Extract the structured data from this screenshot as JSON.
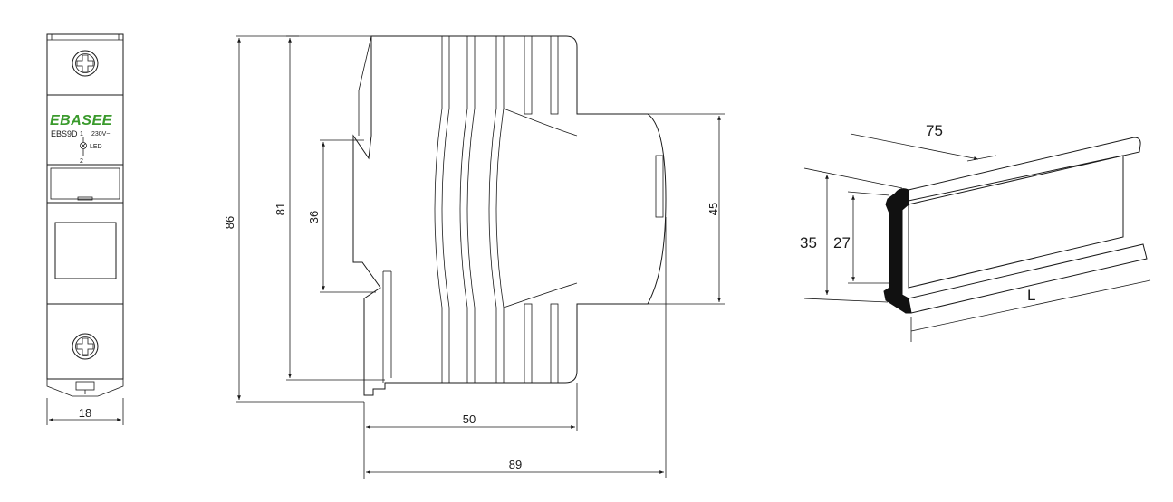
{
  "brand": {
    "name": "EBASEE",
    "color": "#3a9a2c"
  },
  "front_view": {
    "model": "EBS9D",
    "voltage": "230V~",
    "indicator_label": "LED",
    "terminal_top": "1",
    "terminal_bottom": "2",
    "width_label": "18"
  },
  "side_view": {
    "height_label": "86",
    "inner_height_label": "81",
    "clip_height_label": "36",
    "front_height_label": "45",
    "depth_label": "50",
    "total_depth_label": "89"
  },
  "din_rail": {
    "length_label": "75",
    "height_label": "35",
    "inner_height_label": "27",
    "rail_length_label": "L",
    "fill_color": "#b8b8b8"
  }
}
